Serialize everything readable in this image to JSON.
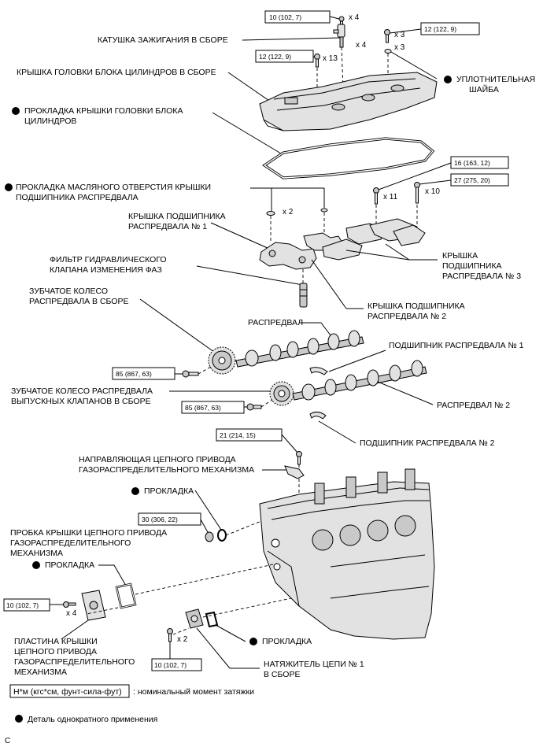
{
  "labels": {
    "ignition_coil": "КАТУШКА ЗАЖИГАНИЯ В СБОРЕ",
    "head_cover_l1": "КРЫШКА ГОЛОВКИ БЛОКА ЦИЛИНДРОВ В СБОРЕ",
    "washer_l1": "УПЛОТНИТЕЛЬНАЯ",
    "washer_l2": "ШАЙБА",
    "head_cover_gasket_l1": "ПРОКЛАДКА КРЫШКИ ГОЛОВКИ БЛОКА",
    "head_cover_gasket_l2": "ЦИЛИНДРОВ",
    "oil_hole_gasket_l1": "ПРОКЛАДКА МАСЛЯНОГО ОТВЕРСТИЯ КРЫШКИ",
    "oil_hole_gasket_l2": "ПОДШИПНИКА РАСПРЕДВАЛА",
    "bearing_cap1_l1": "КРЫШКА ПОДШИПНИКА",
    "bearing_cap1_l2": "РАСПРЕДВАЛА № 1",
    "bearing_cap3_l1": "КРЫШКА",
    "bearing_cap3_l2": "ПОДШИПНИКА",
    "bearing_cap3_l3": "РАСПРЕДВАЛА № 3",
    "filter_l1": "ФИЛЬТР ГИДРАВЛИЧЕСКОГО",
    "filter_l2": "КЛАПАНА ИЗМЕНЕНИЯ ФАЗ",
    "sprocket_l1": "ЗУБЧАТОЕ КОЛЕСО",
    "sprocket_l2": "РАСПРЕДВАЛА В СБОРЕ",
    "bearing_cap2_l1": "КРЫШКА ПОДШИПНИКА",
    "bearing_cap2_l2": "РАСПРЕДВАЛА № 2",
    "camshaft": "РАСПРЕДВАЛ",
    "cam_bearing1": "ПОДШИПНИК РАСПРЕДВАЛА № 1",
    "exhaust_sprocket_l1": "ЗУБЧАТОЕ КОЛЕСО РАСПРЕДВАЛА",
    "exhaust_sprocket_l2": "ВЫПУСКНЫХ КЛАПАНОВ В СБОРЕ",
    "camshaft2": "РАСПРЕДВАЛ № 2",
    "cam_bearing2": "ПОДШИПНИК РАСПРЕДВАЛА № 2",
    "chain_guide_l1": "НАПРАВЛЯЮЩАЯ ЦЕПНОГО ПРИВОДА",
    "chain_guide_l2": "ГАЗОРАСПРЕДЕЛИТЕЛЬНОГО МЕХАНИЗМА",
    "gasket_a": "ПРОКЛАДКА",
    "plug_l1": "ПРОБКА КРЫШКИ ЦЕПНОГО ПРИВОДА",
    "plug_l2": "ГАЗОРАСПРЕДЕЛИТЕЛЬНОГО",
    "plug_l3": "МЕХАНИЗМА",
    "gasket_b": "ПРОКЛАДКА",
    "plate_l1": "ПЛАСТИНА КРЫШКИ",
    "plate_l2": "ЦЕПНОГО ПРИВОДА",
    "plate_l3": "ГАЗОРАСПРЕДЕЛИТЕЛЬНОГО",
    "plate_l4": "МЕХАНИЗМА",
    "gasket_c": "ПРОКЛАДКА",
    "tensioner_l1": "НАТЯЖИТЕЛЬ ЦЕПИ № 1",
    "tensioner_l2": "В СБОРЕ"
  },
  "torques": {
    "coil_bolt": "10 (102, 7)",
    "washer_bolt": "12 (122, 9)",
    "cover_bolt": "12 (122, 9)",
    "cap_bolt_a": "16 (163, 12)",
    "cap_bolt_b": "27 (275, 20)",
    "sprocket_bolt": "85 (867, 63)",
    "exhaust_sprocket_bolt": "85 (867, 63)",
    "guide_bolt": "21 (214, 15)",
    "plug": "30 (306, 22)",
    "plate_bolt": "10 (102, 7)",
    "tensioner_bolt": "10 (102, 7)"
  },
  "quantities": {
    "coil_bolt": "x 4",
    "coil": "x 4",
    "washer_bolt": "x 3",
    "washer": "x 3",
    "cover_bolt": "x 13",
    "oil_gasket": "x 2",
    "cap_bolt_a": "x 11",
    "cap_bolt_b": "x 10",
    "plate_bolt": "x 4",
    "tensioner_bolt": "x 2"
  },
  "legend": {
    "torque_unit": "Н*м (кгс*см, фунт-сила-фут)",
    "torque_desc": ": номинальный момент затяжки",
    "non_reusable": "Деталь однократного применения"
  },
  "figure_code": "C"
}
